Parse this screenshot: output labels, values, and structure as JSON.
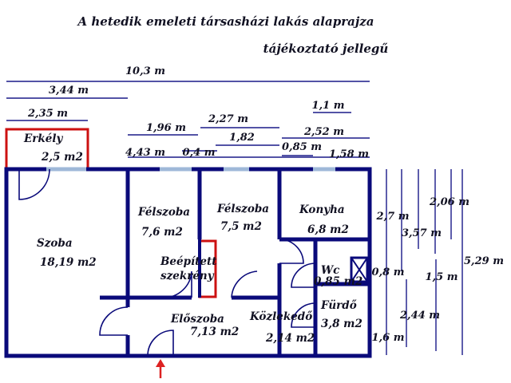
{
  "title": "A hetedik emeleti társasházi lakás alaprajza",
  "subtitle": "tájékoztató jellegű",
  "rooms": {
    "erkely": {
      "name": "Erkély",
      "area": "2,5 m2"
    },
    "szoba": {
      "name": "Szoba",
      "area": "18,19 m2"
    },
    "felszoba1": {
      "name": "Félszoba",
      "area": "7,6 m2"
    },
    "felszoba2": {
      "name": "Félszoba",
      "area": "7,5 m2"
    },
    "konyha": {
      "name": "Konyha",
      "area": "6,8 m2"
    },
    "beepitett": {
      "name": "Beépített",
      "name2": "szekrény"
    },
    "wc": {
      "name": "Wc",
      "area": "0,85 m2"
    },
    "eloszoba": {
      "name": "Előszoba",
      "area": "7,13 m2"
    },
    "kozlekedo": {
      "name": "Közlekedő",
      "area": "2,14 m2"
    },
    "furdo": {
      "name": "Fürdő",
      "area": "3,8 m2"
    }
  },
  "dims": {
    "d_10_3": "10,3 m",
    "d_3_44": "3,44 m",
    "d_2_35": "2,35 m",
    "d_1_1": "1,1 m",
    "d_2_27": "2,27 m",
    "d_1_96": "1,96 m",
    "d_1_82": "1,82",
    "d_2_52": "2,52 m",
    "d_4_43": "4,43 m",
    "d_0_4": "0,4 m",
    "d_0_85": "0,85 m",
    "d_1_58": "1,58 m",
    "d_2_06": "2,06 m",
    "d_2_7": "2,7 m",
    "d_3_57": "3,57 m",
    "d_5_29": "5,29 m",
    "d_0_8": "0,8 m",
    "d_1_5": "1,5 m",
    "d_2_44": "2,44 m",
    "d_1_6": "1,6 m"
  },
  "colors": {
    "wall": "#0a0a7a",
    "dim_line": "#1a1a88",
    "balcony": "#cc1111",
    "window": "#9fb8d8",
    "entrance_arrow": "#dd2222"
  }
}
